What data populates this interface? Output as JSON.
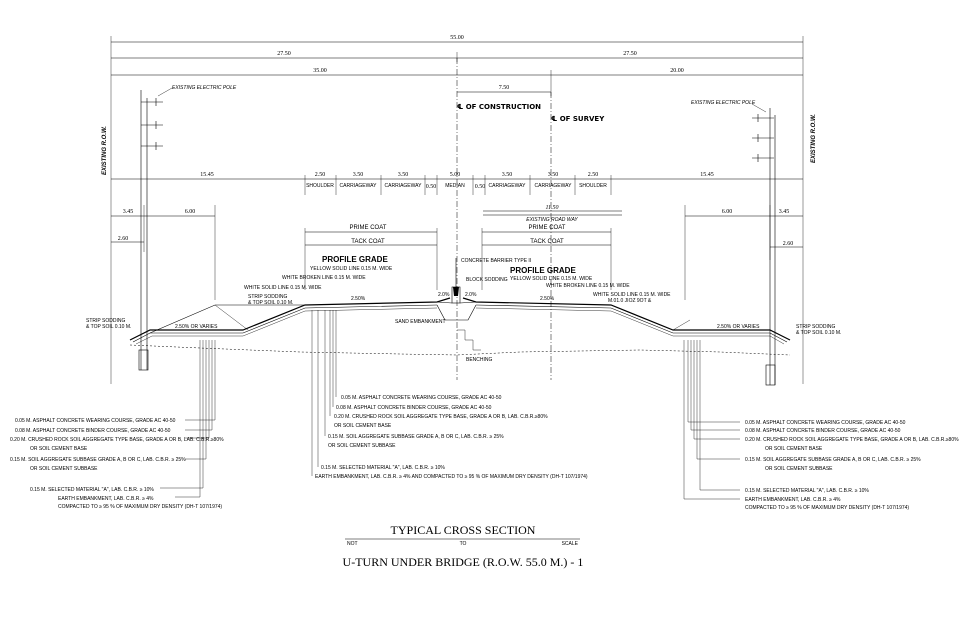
{
  "dims": {
    "total": "55.00",
    "half_left": "27.50",
    "half_right": "27.50",
    "left_35": "35.00",
    "right_20": "20.00",
    "offset": "7.50",
    "l_1545": "15.45",
    "r_1545": "15.45",
    "l_345": "3.45",
    "r_345": "3.45",
    "l_600": "6.00",
    "r_600": "6.00",
    "l_260": "2.60",
    "r_260": "2.60",
    "l_shoulder": "2.50",
    "l_carr1": "3.50",
    "l_carr2": "3.50",
    "l_050": "0.50",
    "median": "5.00",
    "r_050": "0.50",
    "r_carr1": "3.50",
    "r_carr2": "3.50",
    "r_shoulder": "2.50",
    "road_1150": "11.50"
  },
  "segments": {
    "shoulder_l": "SHOULDER",
    "carr_l1": "CARRIAGEWAY",
    "carr_l2": "CARRIAGEWAY",
    "median": "MEDIAN",
    "carr_r1": "CARRIAGEWAY",
    "carr_r2": "CARRIAGEWAY",
    "shoulder_r": "SHOULDER"
  },
  "labels": {
    "construction_cl": "℄ OF CONSTRUCTION",
    "survey_cl": "℄ OF SURVEY",
    "pole_l": "EXISTING ELECTRIC POLE",
    "pole_r": "EXISTING ELECTRIC POLE",
    "row_l": "EXISTING R.O.W.",
    "row_r": "EXISTING R.O.W.",
    "existing_road": "EXISTING ROAD WAY",
    "prime_l": "PRIME COAT",
    "tack_l": "TACK COAT",
    "prime_r": "PRIME COAT",
    "tack_r": "TACK COAT",
    "profile_l": "PROFILE GRADE",
    "profile_r": "PROFILE GRADE",
    "yellow_l": "YELLOW SOLID LINE 0.15 M. WIDE",
    "yellow_r": "YELLOW SOLID LINE 0.15 M. WIDE",
    "white_broken_l": "WHITE BROKEN LINE 0.15 M. WIDE",
    "white_broken_r": "WHITE BROKEN LINE 0.15 M. WIDE",
    "white_solid_l": "WHITE SOLID LINE 0.15 M. WIDE",
    "white_solid_r": "WHITE SOLID LINE 0.15 M. WIDE",
    "barrier": "CONCRETE BARRIER TYPE II",
    "block": "BLOCK SODDING",
    "sand": "SAND EMBANKMENT",
    "benching": "BENCHING",
    "strip_l1": "STRIP SODDING",
    "strip_l2": "& TOP SOIL 0.10 M.",
    "strip_ll1": "STRIP SODDING",
    "strip_ll2": "& TOP SOIL 0.10 M.",
    "strip_r1": "STRIP SODDING",
    "strip_r2": "& TOP SOIL 0.10 M.",
    "strip_rr1": "M.01.0 JIOZ 9OT &",
    "slope_l1": "2.50% OR VARIES",
    "slope_r1": "2.50% OR VARIES",
    "slope_l2": "2.50%",
    "slope_r2": "2.50%",
    "pct_l": "2.0%",
    "pct_r": "2.0%"
  },
  "layers_left": [
    "0.05 M. ASPHALT CONCRETE WEARING COURSE, GRADE AC 40-50",
    "0.08 M. ASPHALT CONCRETE BINDER COURSE, GRADE AC 40-50",
    "0.20 M. CRUSHED ROCK SOIL AGGREGATE TYPE BASE, GRADE A OR B, LAB. C.B.R.≥80%",
    "OR SOIL CEMENT BASE",
    "0.15 M. SOIL AGGREGATE SUBBASE GRADE A, B OR C, LAB. C.B.R. ≥ 25%",
    "OR SOIL CEMENT SUBBASE",
    "0.15 M. SELECTED MATERIAL \"A\", LAB. C.B.R. ≥ 10%",
    "EARTH EMBANKMENT, LAB. C.B.R. ≥ 4%",
    "COMPACTED TO ≥ 95 % OF MAXIMUM DRY DENSITY (DH-T 107/1974)"
  ],
  "layers_center": [
    "0.05 M. ASPHALT CONCRETE WEARING COURSE, GRADE AC 40-50",
    "0.08 M. ASPHALT CONCRETE BINDER COURSE, GRADE AC 40-50",
    "0.20 M. CRUSHED ROCK SOIL AGGREGATE TYPE BASE, GRADE A OR B, LAB. C.B.R.≥80%",
    "OR SOIL CEMENT BASE",
    "0.15 M. SOIL AGGREGATE SUBBASE GRADE A, B OR C, LAB. C.B.R. ≥ 25%",
    "OR SOIL CEMENT SUBBASE",
    "0.15 M. SELECTED MATERIAL \"A\", LAB. C.B.R. ≥ 10%",
    "EARTH EMBANKMENT, LAB. C.B.R. ≥ 4% AND COMPACTED TO ≥ 95 % OF MAXIMUM DRY DENSITY (DH-T 107/1974)"
  ],
  "layers_right": [
    "0.05 M. ASPHALT CONCRETE WEARING COURSE, GRADE AC 40-50",
    "0.08 M. ASPHALT CONCRETE BINDER COURSE, GRADE AC 40-50",
    "0.20 M. CRUSHED ROCK SOIL AGGREGATE TYPE BASE, GRADE A OR B, LAB. C.B.R.≥80%",
    "OR SOIL CEMENT BASE",
    "0.15 M. SOIL AGGREGATE SUBBASE GRADE A, B OR C, LAB. C.B.R. ≥ 25%",
    "OR SOIL CEMENT SUBBASE",
    "0.15 M. SELECTED MATERIAL \"A\", LAB. C.B.R. ≥ 10%",
    "EARTH EMBANKMENT, LAB. C.B.R. ≥ 4%",
    "COMPACTED TO ≥ 95 % OF MAXIMUM DRY DENSITY (DH-T 107/1974)"
  ],
  "title": {
    "main": "TYPICAL CROSS SECTION",
    "scale_not": "NOT",
    "scale_to": "TO",
    "scale_scale": "SCALE",
    "subtitle": "U-TURN UNDER BRIDGE (R.O.W. 55.0 M.) - 1"
  }
}
